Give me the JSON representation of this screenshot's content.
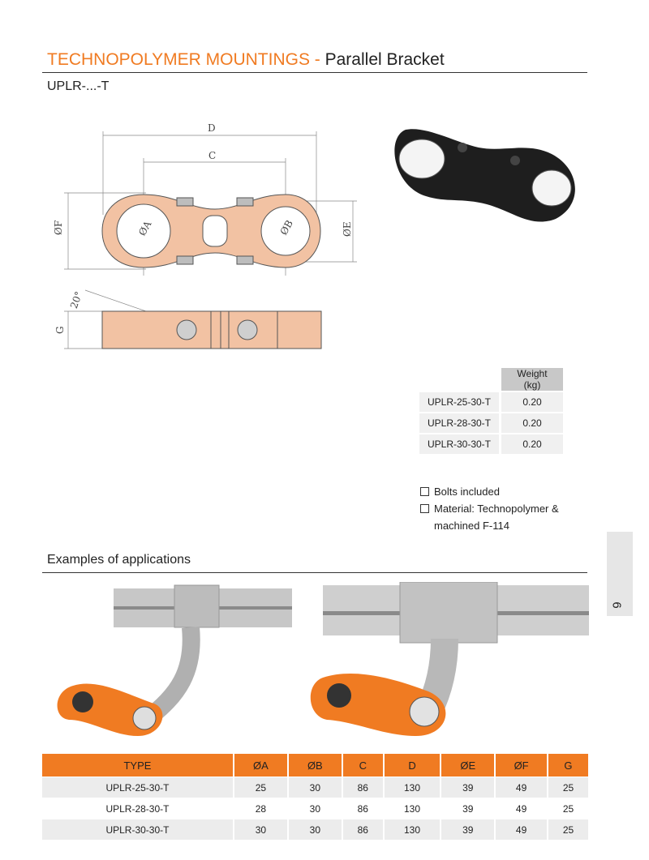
{
  "header": {
    "title_orange": "TECHNOPOLYMER MOUNTINGS - ",
    "title_dark": "Parallel  Bracket",
    "product_code": "UPLR-...-T"
  },
  "drawing_labels": {
    "d": "D",
    "c": "C",
    "f": "ØF",
    "e": "ØE",
    "a": "ØA",
    "b": "ØB",
    "g": "G",
    "angle": "20°"
  },
  "weight_table": {
    "header": "Weight (kg)",
    "rows": [
      {
        "type": "UPLR-25-30-T",
        "weight": "0.20"
      },
      {
        "type": "UPLR-28-30-T",
        "weight": "0.20"
      },
      {
        "type": "UPLR-30-30-T",
        "weight": "0.20"
      }
    ]
  },
  "features": {
    "item1": "Bolts included",
    "item2_line1": "Material: Technopolymer &",
    "item2_line2": "machined F-114"
  },
  "examples_heading": "Examples of applications",
  "side_tab": "6",
  "spec_table": {
    "headers": [
      "TYPE",
      "ØA",
      "ØB",
      "C",
      "D",
      "ØE",
      "ØF",
      "G"
    ],
    "rows": [
      [
        "UPLR-25-30-T",
        "25",
        "30",
        "86",
        "130",
        "39",
        "49",
        "25"
      ],
      [
        "UPLR-28-30-T",
        "28",
        "30",
        "86",
        "130",
        "39",
        "49",
        "25"
      ],
      [
        "UPLR-30-30-T",
        "30",
        "30",
        "86",
        "130",
        "39",
        "49",
        "25"
      ]
    ]
  },
  "colors": {
    "accent": "#f07b22",
    "drawing_fill": "#f2c2a3",
    "bracket_black": "#1e1e1e"
  }
}
